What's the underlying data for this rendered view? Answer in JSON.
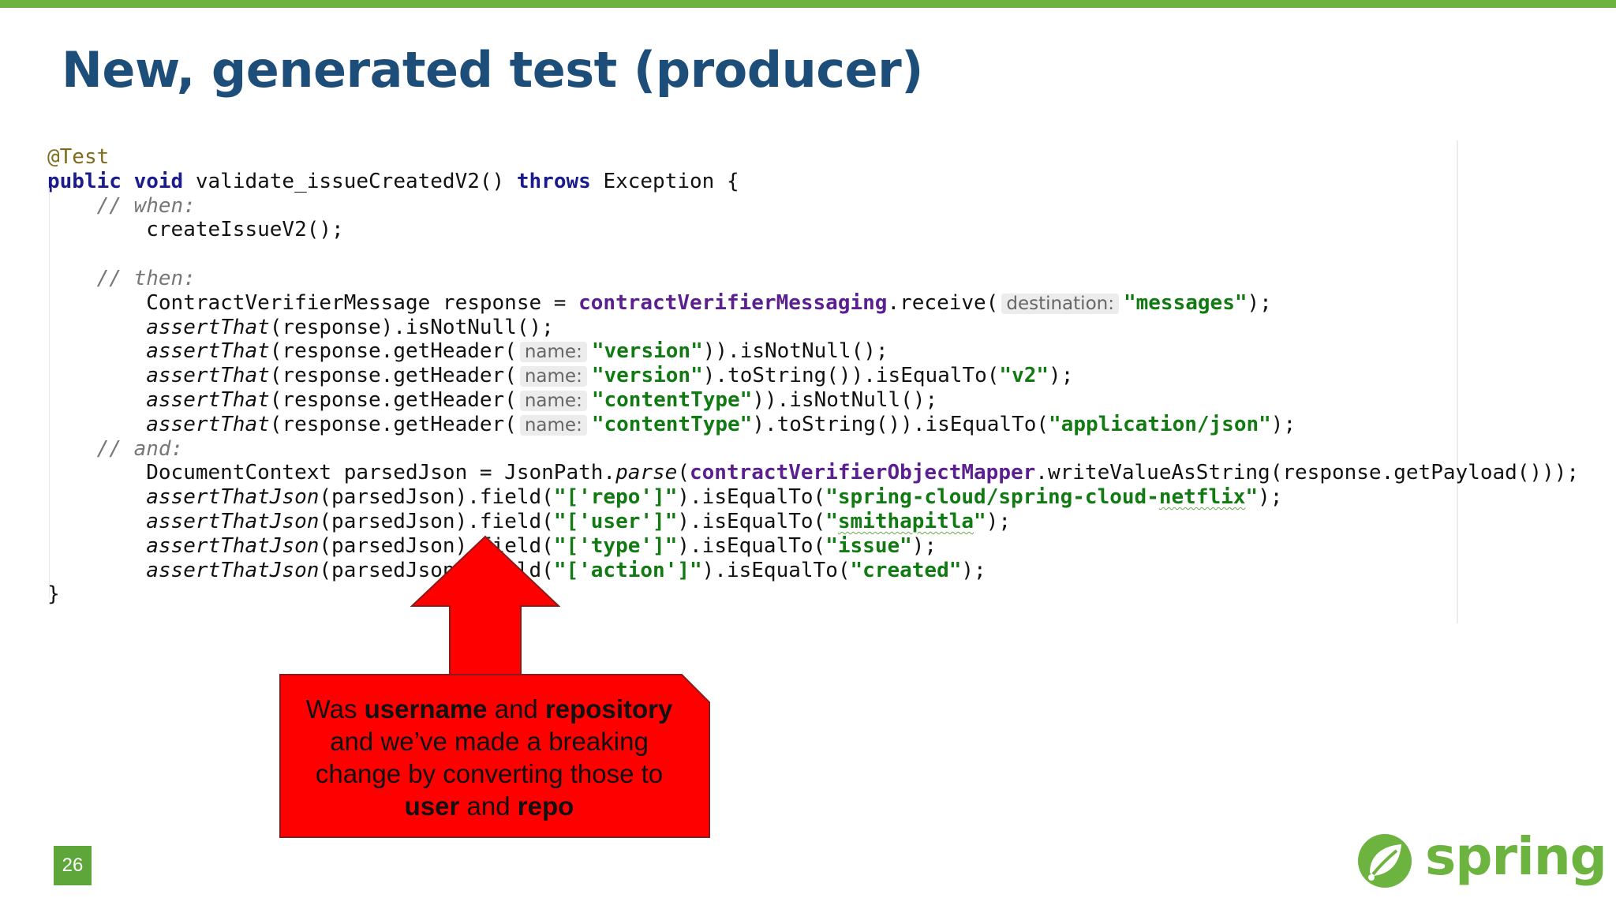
{
  "slide": {
    "title": "New, generated test (producer)",
    "page_number": "26",
    "logo_text": "spring",
    "colors": {
      "accent_green": "#6db33f",
      "title_blue": "#1d4d79",
      "callout_red": "#ff0000"
    }
  },
  "code": {
    "l1": {
      "ann": "@Test"
    },
    "l2": {
      "kw1": "public",
      "kw2": "void",
      "t1": "validate_issueCreatedV2()",
      "kw3": "throws",
      "t2": "Exception {"
    },
    "l3": {
      "cmt": "// when:"
    },
    "l4": {
      "t1": "createIssueV2();"
    },
    "l5": {
      "cmt": "// then:"
    },
    "l6": {
      "t1": "ContractVerifierMessage response = ",
      "fld": "contractVerifierMessaging",
      "t2": ".receive(",
      "hint": "destination:",
      "str": "\"messages\"",
      "t3": ");"
    },
    "l7": {
      "it": "assertThat",
      "t1": "(response).isNotNull();"
    },
    "l8": {
      "it": "assertThat",
      "t1": "(response.getHeader(",
      "hint": "name:",
      "str": "\"version\"",
      "t2": ")).isNotNull();"
    },
    "l9": {
      "it": "assertThat",
      "t1": "(response.getHeader(",
      "hint": "name:",
      "str": "\"version\"",
      "t2": ").toString()).isEqualTo(",
      "str2": "\"v2\"",
      "t3": ");"
    },
    "l10": {
      "it": "assertThat",
      "t1": "(response.getHeader(",
      "hint": "name:",
      "str": "\"contentType\"",
      "t2": ")).isNotNull();"
    },
    "l11": {
      "it": "assertThat",
      "t1": "(response.getHeader(",
      "hint": "name:",
      "str": "\"contentType\"",
      "t2": ").toString()).isEqualTo(",
      "str2": "\"application/json\"",
      "t3": ");"
    },
    "l12": {
      "cmt": "// and:"
    },
    "l13": {
      "t1": "DocumentContext parsedJson = JsonPath.",
      "it": "parse",
      "t2": "(",
      "fld": "contractVerifierObjectMapper",
      "t3": ".writeValueAsString(response.getPayload()));"
    },
    "l14": {
      "it": "assertThatJson",
      "t1": "(parsedJson).field(",
      "str": "\"['repo']\"",
      "t2": ").isEqualTo(",
      "str2q1": "\"",
      "str2a": "spring-cloud/spring-cloud-",
      "str2w": "netflix",
      "str2q2": "\"",
      "t3": ");"
    },
    "l15": {
      "it": "assertThatJson",
      "t1": "(parsedJson).field(",
      "str": "\"['user']\"",
      "t2": ").isEqualTo(",
      "str2q1": "\"",
      "str2w": "smithapitla",
      "str2q2": "\"",
      "t3": ");"
    },
    "l16": {
      "it": "assertThatJson",
      "t1": "(parsedJson).field(",
      "str": "\"['type']\"",
      "t2": ").isEqualTo(",
      "str2": "\"issue\"",
      "t3": ");"
    },
    "l17": {
      "it": "assertThatJson",
      "t1": "(parsedJson).field(",
      "str": "\"['action']\"",
      "t2": ").isEqualTo(",
      "str2": "\"created\"",
      "t3": ");"
    },
    "l18": {
      "t1": "}"
    }
  },
  "callout": {
    "line1_a": "Was ",
    "line1_b": "username",
    "line1_c": " and ",
    "line1_d": "repository",
    "line2": "and we’ve made a breaking",
    "line3": "change by converting those to",
    "line4_a": "user",
    "line4_b": " and ",
    "line4_c": "repo"
  }
}
